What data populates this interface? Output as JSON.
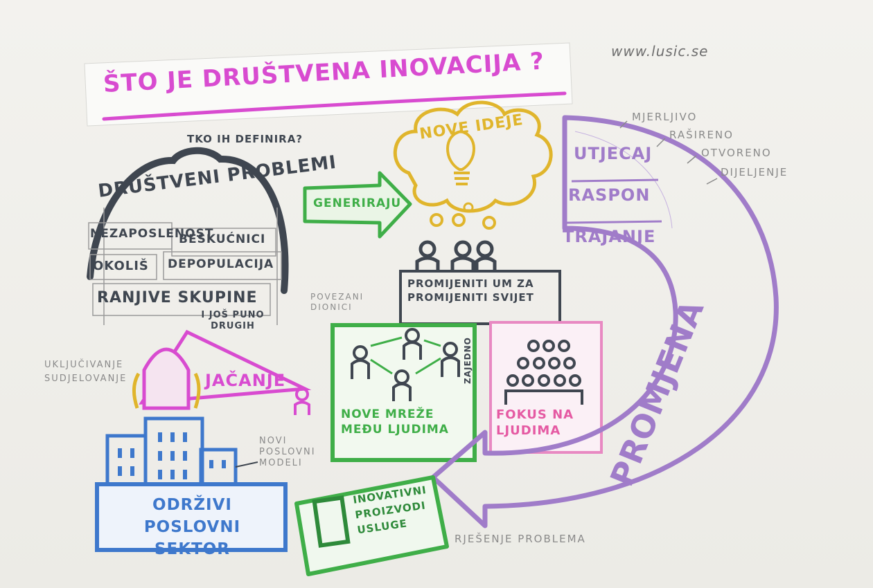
{
  "website": "www.lusic.se",
  "title": "ŠTO JE DRUŠTVENA INOVACIJA ?",
  "problems": {
    "question": "TKO IH DEFINIRA?",
    "heading": "DRUŠTVENI PROBLEMI",
    "items": [
      "NEZAPOSLENOST",
      "BESKUĆNICI",
      "OKOLIŠ",
      "DEPOPULACIJA",
      "RANJIVE SKUPINE",
      "I JOŠ PUNO DRUGIH"
    ]
  },
  "generate": "GENERIRAJU",
  "ideas": "NOVE IDEJE",
  "change_mind": "PROMIJENITI UM ZA PROMIJENITI SVIJET",
  "stakeholders": "POVEZANI DIONICI",
  "networks": "NOVE MREŽE MEĐU LJUDIMA",
  "together": "ZAJEDNO",
  "focus": "FOKUS NA LJUDIMA",
  "inclusion": [
    "UKLJUČIVANJE",
    "SUDJELOVANJE"
  ],
  "strengthening": "JAČANJE",
  "business": {
    "models": "NOVI POSLOVNI MODELI",
    "sector": "ODRŽIVI POSLOVNI SEKTOR"
  },
  "innovative": "INOVATIVNI PROIZVODI USLUGE",
  "solution": "RJEŠENJE PROBLEMA",
  "impact": {
    "items": [
      "UTJECAJ",
      "RASPON",
      "TRAJANJE"
    ],
    "notes": [
      "MJERLJIVO",
      "RAŠIRENO",
      "OTVORENO",
      "DIJELJENJE"
    ]
  },
  "change": "PROMJENA",
  "colors": {
    "dark": "#3f4650",
    "pink": "#d84bd0",
    "green": "#3fae48",
    "blue": "#3e78cc",
    "purple": "#a07cc9",
    "yellow": "#e0b52c",
    "pencil": "#8a8a8a"
  }
}
